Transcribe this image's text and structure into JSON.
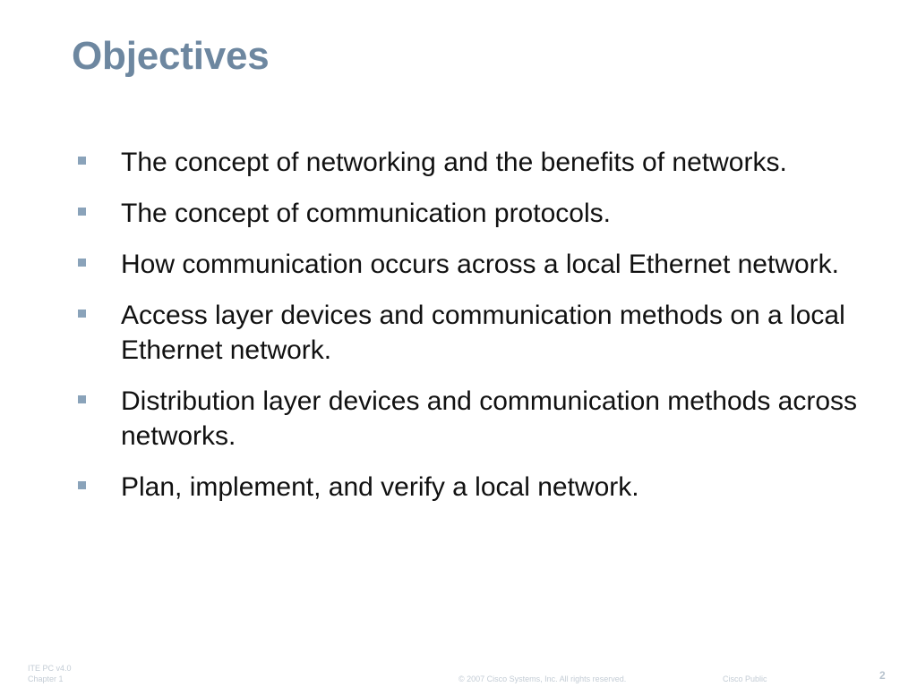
{
  "slide": {
    "title": "Objectives",
    "bullets": [
      {
        "text": "The concept of networking and the benefits of networks."
      },
      {
        "text": "The concept of communication protocols."
      },
      {
        "text": "How communication occurs across a local Ethernet network."
      },
      {
        "text": "Access layer devices and communication methods on a local Ethernet network."
      },
      {
        "text": "Distribution layer devices and communication methods across networks."
      },
      {
        "text": "Plan, implement, and verify a local network."
      }
    ]
  },
  "footer": {
    "course": "ITE PC v4.0",
    "chapter": "Chapter 1",
    "copyright": "© 2007 Cisco Systems, Inc. All rights reserved.",
    "classification": "Cisco Public",
    "page_number": "2"
  },
  "colors": {
    "title": "#6d87a0",
    "bullet_marker": "#8aa3ba",
    "body_text": "#111111",
    "footer_text": "#c3ccd5"
  },
  "icons": {
    "bullet": "square-bullet-icon"
  }
}
